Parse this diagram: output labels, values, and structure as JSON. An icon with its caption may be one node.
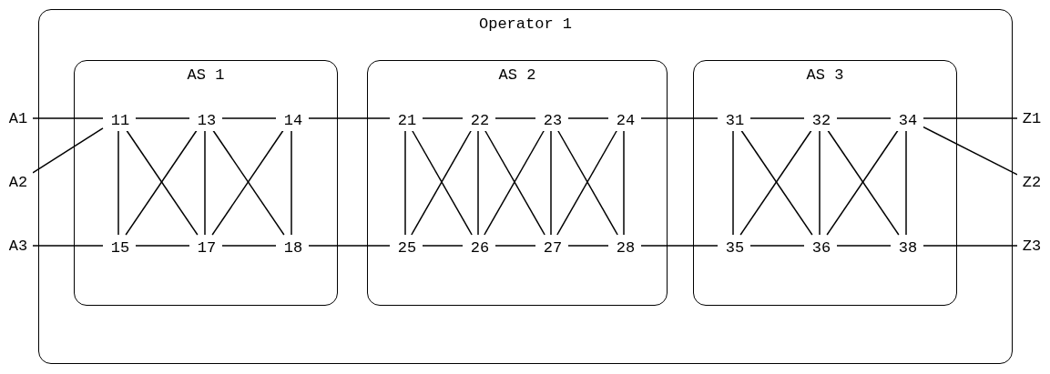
{
  "diagram": {
    "nodes": [
      {
        "text": [
          "Operator 1"
        ]
      },
      {
        "text": [
          "AS 1"
        ],
        "in": 0
      },
      {
        "text": [
          "AS 2"
        ],
        "in": 0
      },
      {
        "text": [
          "AS 3"
        ],
        "in": 0
      },
      {
        "text": [
          "A1"
        ]
      },
      {
        "text": [
          "11"
        ],
        "in": 1
      },
      {
        "text": [
          "13"
        ],
        "in": 1
      },
      {
        "text": [
          "14"
        ],
        "in": 1
      },
      {
        "text": [
          "21"
        ],
        "in": 2
      },
      {
        "text": [
          "22"
        ],
        "in": 2
      },
      {
        "text": [
          "23"
        ],
        "in": 2
      },
      {
        "text": [
          "24"
        ],
        "in": 2
      },
      {
        "text": [
          "31"
        ],
        "in": 3
      },
      {
        "text": [
          "32"
        ],
        "in": 3
      },
      {
        "text": [
          "34"
        ],
        "in": 3
      },
      {
        "text": [
          "Z1"
        ]
      },
      {
        "text": [
          "A2"
        ]
      },
      {
        "text": [
          "Z2"
        ]
      },
      {
        "text": [
          "A3"
        ]
      },
      {
        "text": [
          "15"
        ],
        "in": 1
      },
      {
        "text": [
          "17"
        ],
        "in": 1
      },
      {
        "text": [
          "18"
        ],
        "in": 1
      },
      {
        "text": [
          "25"
        ],
        "in": 2
      },
      {
        "text": [
          "26"
        ],
        "in": 2
      },
      {
        "text": [
          "27"
        ],
        "in": 2
      },
      {
        "text": [
          "28"
        ],
        "in": 2
      },
      {
        "text": [
          "35"
        ],
        "in": 3
      },
      {
        "text": [
          "36"
        ],
        "in": 3
      },
      {
        "text": [
          "38"
        ],
        "in": 3
      },
      {
        "text": [
          "Z3"
        ]
      }
    ],
    "edges": [
      {
        "from": 4,
        "to": 5,
        "arrow": "none"
      },
      {
        "from": 5,
        "to": 6,
        "arrow": "none"
      },
      {
        "from": 6,
        "to": 7,
        "arrow": "none"
      },
      {
        "from": 7,
        "to": 8,
        "arrow": "none"
      },
      {
        "from": 8,
        "to": 9,
        "arrow": "none"
      },
      {
        "from": 9,
        "to": 10,
        "arrow": "none"
      },
      {
        "from": 10,
        "to": 11,
        "arrow": "none"
      },
      {
        "from": 11,
        "to": 12,
        "arrow": "none"
      },
      {
        "from": 12,
        "to": 13,
        "arrow": "none"
      },
      {
        "from": 13,
        "to": 14,
        "arrow": "none"
      },
      {
        "from": 14,
        "to": 15,
        "arrow": "none"
      },
      {
        "from": 16,
        "to": 5,
        "arrow": "none"
      },
      {
        "from": 14,
        "to": 17,
        "arrow": "none"
      },
      {
        "from": 18,
        "to": 19,
        "arrow": "none"
      },
      {
        "from": 19,
        "to": 20,
        "arrow": "none"
      },
      {
        "from": 20,
        "to": 21,
        "arrow": "none"
      },
      {
        "from": 21,
        "to": 22,
        "arrow": "none"
      },
      {
        "from": 22,
        "to": 23,
        "arrow": "none"
      },
      {
        "from": 23,
        "to": 24,
        "arrow": "none"
      },
      {
        "from": 24,
        "to": 25,
        "arrow": "none"
      },
      {
        "from": 25,
        "to": 26,
        "arrow": "none"
      },
      {
        "from": 26,
        "to": 27,
        "arrow": "none"
      },
      {
        "from": 27,
        "to": 28,
        "arrow": "none"
      },
      {
        "from": 28,
        "to": 29,
        "arrow": "none"
      },
      {
        "from": 5,
        "to": 19,
        "arrow": "none"
      },
      {
        "from": 5,
        "to": 20,
        "arrow": "none"
      },
      {
        "from": 6,
        "to": 19,
        "arrow": "none"
      },
      {
        "from": 6,
        "to": 20,
        "arrow": "none"
      },
      {
        "from": 6,
        "to": 21,
        "arrow": "none"
      },
      {
        "from": 7,
        "to": 20,
        "arrow": "none"
      },
      {
        "from": 7,
        "to": 21,
        "arrow": "none"
      },
      {
        "from": 8,
        "to": 22,
        "arrow": "none"
      },
      {
        "from": 8,
        "to": 23,
        "arrow": "none"
      },
      {
        "from": 9,
        "to": 22,
        "arrow": "none"
      },
      {
        "from": 9,
        "to": 23,
        "arrow": "none"
      },
      {
        "from": 9,
        "to": 24,
        "arrow": "none"
      },
      {
        "from": 10,
        "to": 23,
        "arrow": "none"
      },
      {
        "from": 10,
        "to": 24,
        "arrow": "none"
      },
      {
        "from": 10,
        "to": 25,
        "arrow": "none"
      },
      {
        "from": 11,
        "to": 24,
        "arrow": "none"
      },
      {
        "from": 11,
        "to": 25,
        "arrow": "none"
      },
      {
        "from": 12,
        "to": 26,
        "arrow": "none"
      },
      {
        "from": 12,
        "to": 27,
        "arrow": "none"
      },
      {
        "from": 13,
        "to": 26,
        "arrow": "none"
      },
      {
        "from": 13,
        "to": 27,
        "arrow": "none"
      },
      {
        "from": 13,
        "to": 28,
        "arrow": "none"
      },
      {
        "from": 14,
        "to": 27,
        "arrow": "none"
      },
      {
        "from": 14,
        "to": 28,
        "arrow": "none"
      }
    ]
  }
}
